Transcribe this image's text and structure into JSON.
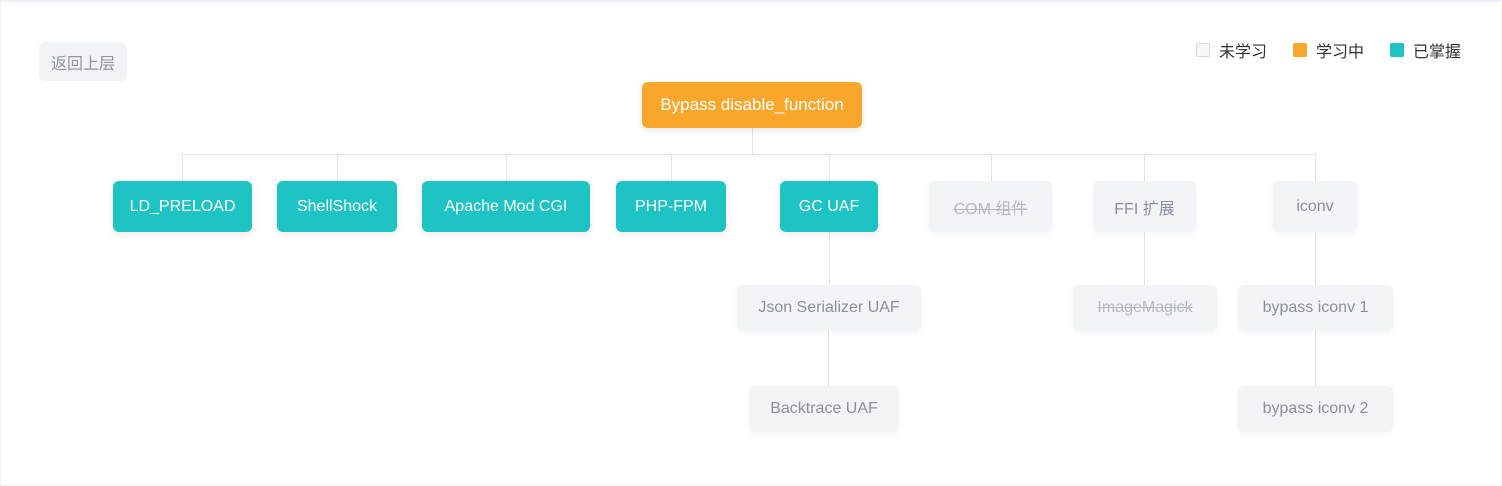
{
  "page": {
    "back_button_label": "返回上层"
  },
  "legend": {
    "items": [
      {
        "label": "未学习",
        "status": "unlearned",
        "color": "#f6f7f9",
        "border": "#d6d9e0"
      },
      {
        "label": "学习中",
        "status": "learning",
        "color": "#f8a72c"
      },
      {
        "label": "已掌握",
        "status": "mastered",
        "color": "#1ec4c4"
      }
    ]
  },
  "colors": {
    "learning": "#f8a72c",
    "mastered": "#1ec4c4",
    "unlearned_bg": "#f3f4f7",
    "unlearned_text": "#8b919c",
    "struck_text": "#b4b9c2",
    "connector": "#e2e4e9"
  },
  "tree": {
    "title": "Bypass disable_function",
    "nodes": [
      {
        "id": "root",
        "label": "Bypass disable_function",
        "status": "learning",
        "strikethrough": false,
        "parent": null
      },
      {
        "id": "ld_preload",
        "label": "LD_PRELOAD",
        "status": "mastered",
        "strikethrough": false,
        "parent": "root"
      },
      {
        "id": "shellshock",
        "label": "ShellShock",
        "status": "mastered",
        "strikethrough": false,
        "parent": "root"
      },
      {
        "id": "apache_mod_cgi",
        "label": "Apache Mod CGI",
        "status": "mastered",
        "strikethrough": false,
        "parent": "root"
      },
      {
        "id": "php_fpm",
        "label": "PHP-FPM",
        "status": "mastered",
        "strikethrough": false,
        "parent": "root"
      },
      {
        "id": "gc_uaf",
        "label": "GC UAF",
        "status": "mastered",
        "strikethrough": false,
        "parent": "root"
      },
      {
        "id": "com_component",
        "label": "COM 组件",
        "status": "unlearned",
        "strikethrough": true,
        "parent": "root"
      },
      {
        "id": "ffi_extension",
        "label": "FFI 扩展",
        "status": "unlearned",
        "strikethrough": false,
        "parent": "root"
      },
      {
        "id": "iconv",
        "label": "iconv",
        "status": "unlearned",
        "strikethrough": false,
        "parent": "root"
      },
      {
        "id": "json_serializer_uaf",
        "label": "Json Serializer UAF",
        "status": "unlearned",
        "strikethrough": false,
        "parent": "gc_uaf"
      },
      {
        "id": "imagemagick",
        "label": "ImageMagick",
        "status": "unlearned",
        "strikethrough": true,
        "parent": "ffi_extension"
      },
      {
        "id": "bypass_iconv_1",
        "label": "bypass iconv 1",
        "status": "unlearned",
        "strikethrough": false,
        "parent": "iconv"
      },
      {
        "id": "backtrace_uaf",
        "label": "Backtrace UAF",
        "status": "unlearned",
        "strikethrough": false,
        "parent": "json_serializer_uaf"
      },
      {
        "id": "bypass_iconv_2",
        "label": "bypass iconv 2",
        "status": "unlearned",
        "strikethrough": false,
        "parent": "bypass_iconv_1"
      }
    ]
  }
}
